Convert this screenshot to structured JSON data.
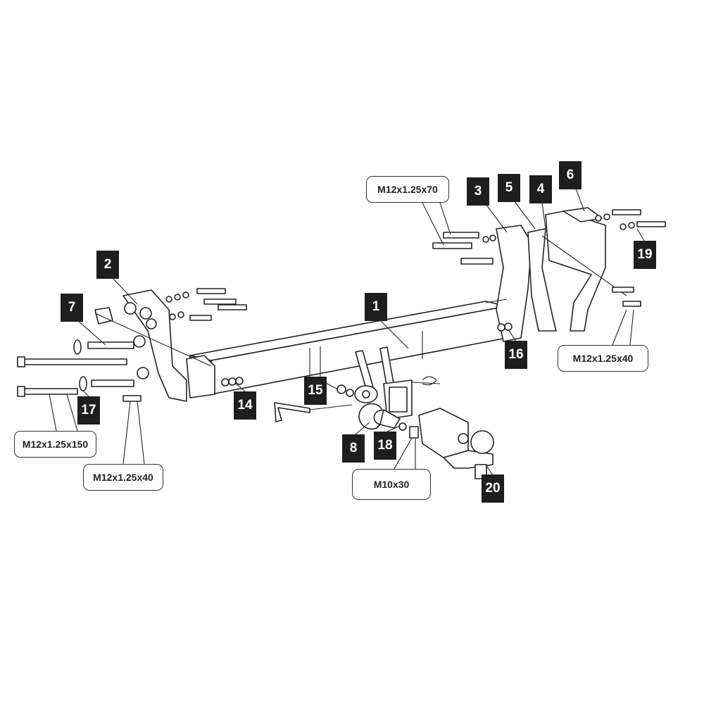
{
  "part_numbers": [
    "1",
    "2",
    "3",
    "4",
    "5",
    "6",
    "7",
    "8",
    "14",
    "15",
    "16",
    "17",
    "18",
    "19",
    "20"
  ],
  "specs": {
    "top_right": "M12x1.25x70",
    "right": "M12x1.25x40",
    "left_long": "M12x1.25x150",
    "left_short": "M12x1.25x40",
    "center": "M10x30"
  }
}
